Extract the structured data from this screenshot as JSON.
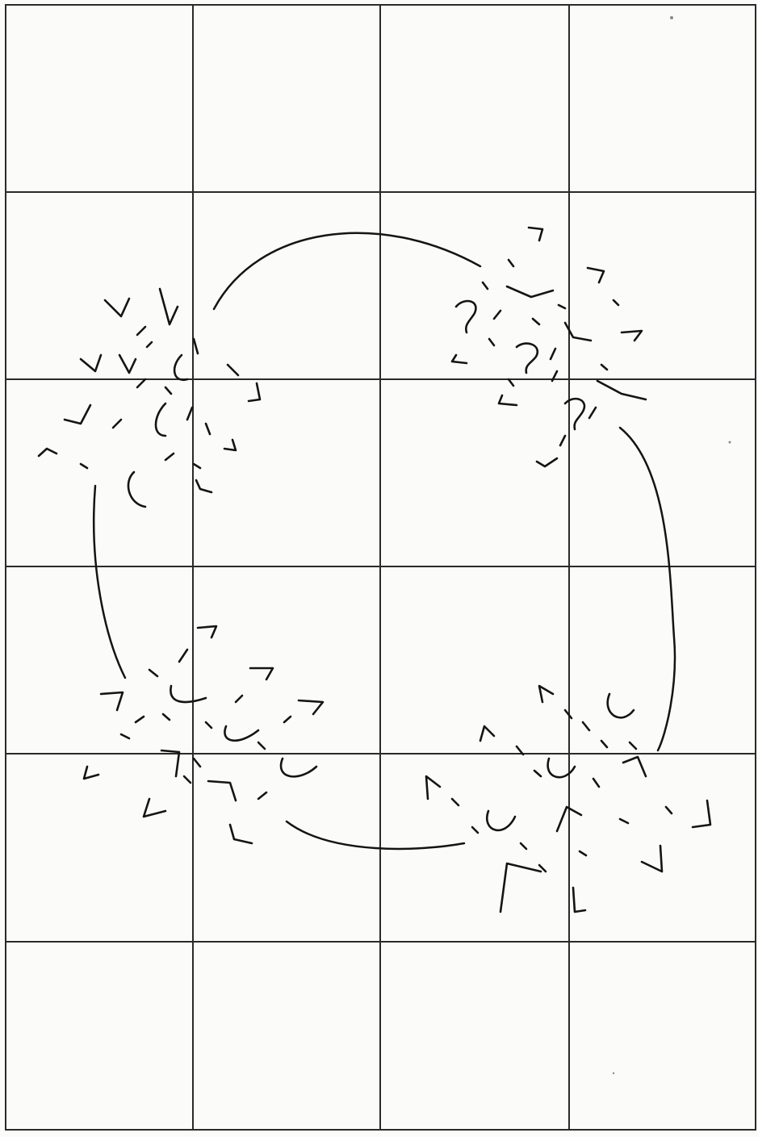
{
  "sheet": {
    "type": "hand-drawn sketch on grid paper",
    "grid": {
      "columns": 4,
      "rows": 6,
      "grid_color": "#2a2a2a"
    },
    "ink_color": "#141414",
    "clusters": [
      {
        "id": "upper-left",
        "symbols": [
          "v",
          "u",
          "dash"
        ]
      },
      {
        "id": "upper-right",
        "symbols": [
          "question-mark",
          "v",
          "dash"
        ]
      },
      {
        "id": "lower-left",
        "symbols": [
          "u",
          "caret",
          "dash"
        ]
      },
      {
        "id": "lower-right",
        "symbols": [
          "u",
          "caret",
          "dash"
        ]
      }
    ],
    "arcs": [
      "upper-left-to-upper-right",
      "upper-right-to-lower-right",
      "lower-right-to-lower-left",
      "lower-left-to-upper-left"
    ]
  }
}
